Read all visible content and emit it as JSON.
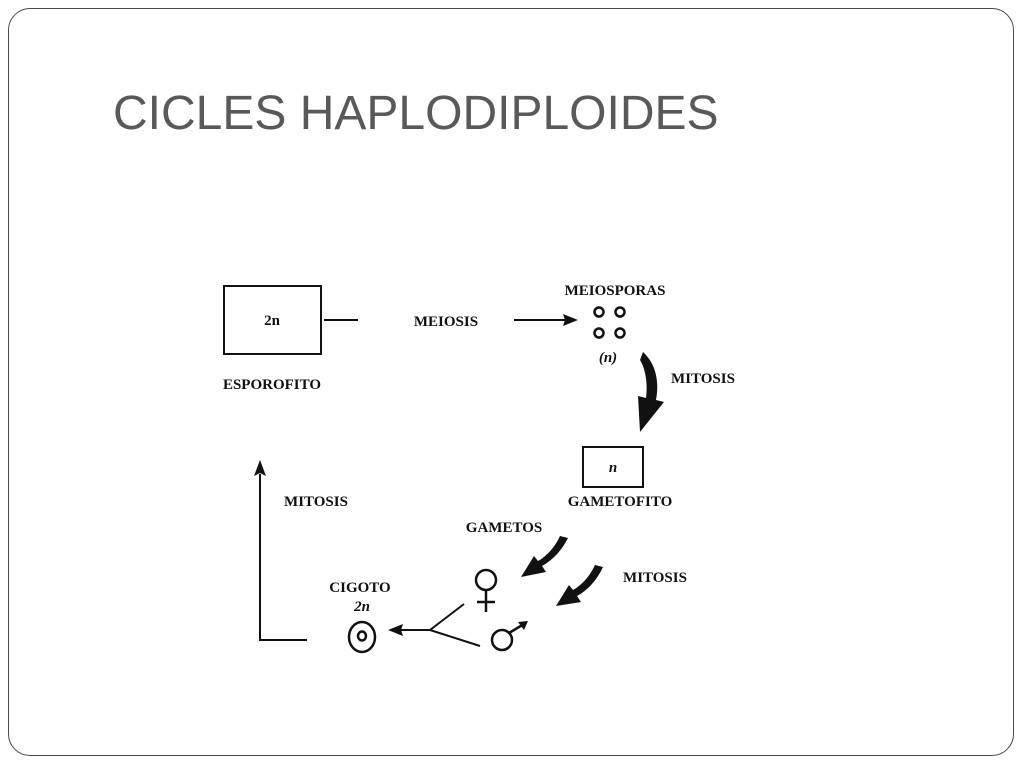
{
  "slide": {
    "title": "CICLES HAPLODIPLOIDES"
  },
  "diagram": {
    "sporophyte": {
      "box_label": "2n",
      "caption": "ESPOROFITO"
    },
    "meiosis_label": "MEIOSIS",
    "meiospores": {
      "label": "MEIOSPORAS",
      "ploidy": "(n)"
    },
    "mitosis_to_gametophyte": "MITOSIS",
    "gametophyte": {
      "box_label": "n",
      "caption": "GAMETOFITO"
    },
    "gametes_label": "GAMETOS",
    "mitosis_to_gametes": "MITOSIS",
    "zygote": {
      "label": "CIGOTO",
      "ploidy": "2n"
    },
    "mitosis_to_sporophyte": "MITOSIS",
    "icons": [
      "female-symbol-icon",
      "male-symbol-icon"
    ],
    "colors": {
      "ink": "#111111",
      "title": "#595959",
      "frame": "#4a4a4a"
    }
  }
}
